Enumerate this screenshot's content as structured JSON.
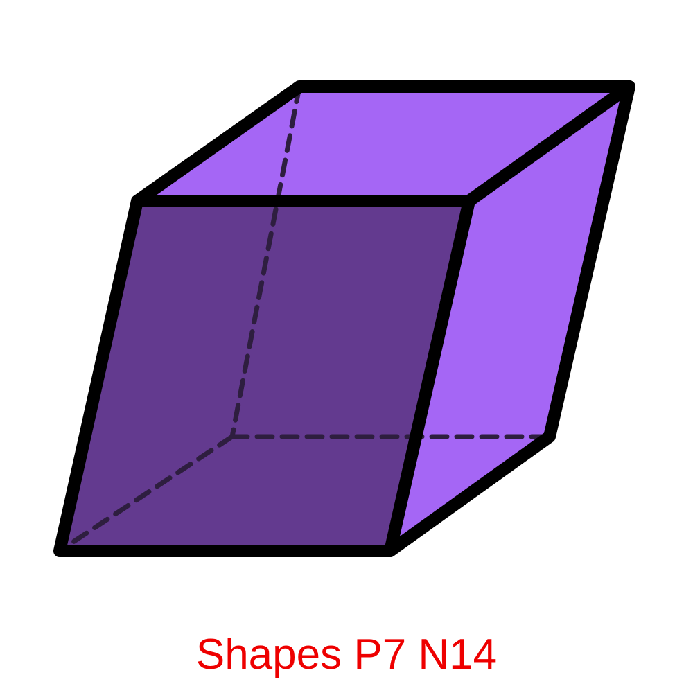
{
  "caption": "Shapes P7 N14",
  "colors": {
    "caption": "#ee0000",
    "front_face": "#633a8f",
    "side_faces": "#a566f5",
    "edge": "#000000",
    "hidden_edge": "#2e1e3f",
    "background": "#ffffff"
  },
  "shape": {
    "type": "parallelepiped",
    "visible_faces": [
      "front",
      "top",
      "right"
    ],
    "hidden_edges": 3
  }
}
